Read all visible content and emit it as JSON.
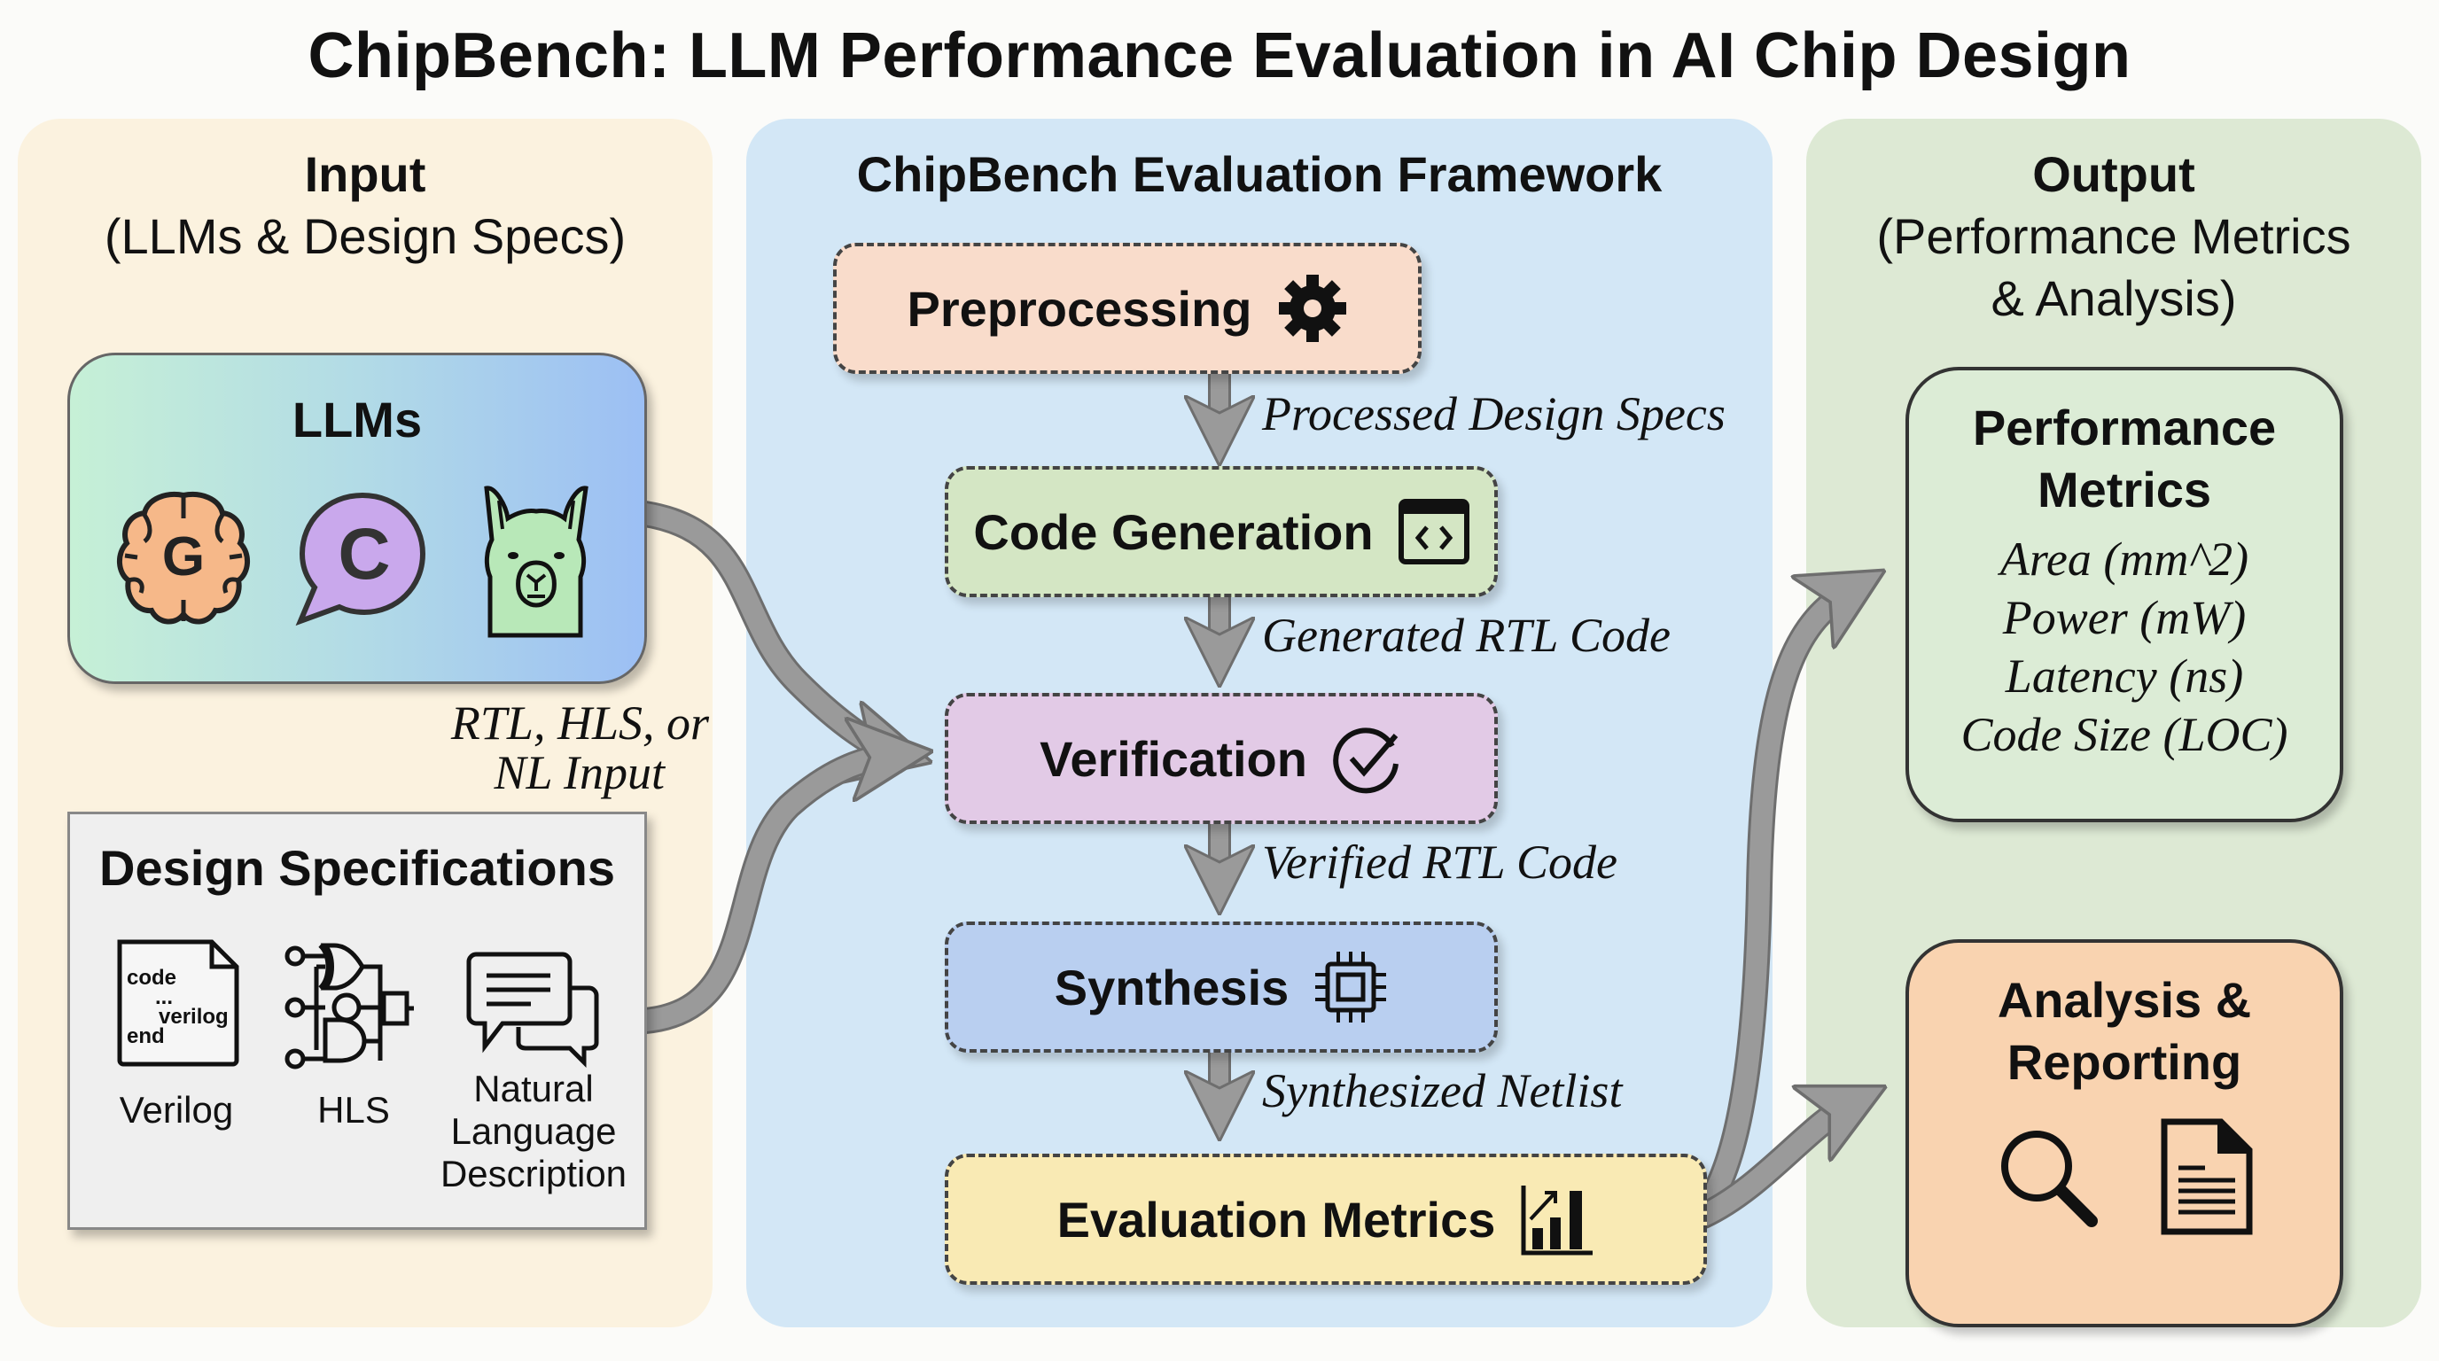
{
  "title": "ChipBench: LLM Performance Evaluation in AI Chip Design",
  "colors": {
    "input_panel": "#fbf2df",
    "framework_panel": "#d3e7f6",
    "output_panel": "#dde9d4",
    "preprocessing": "#f9dccb",
    "code_generation": "#d4e6c4",
    "verification": "#e2cae6",
    "synthesis": "#b9cff0",
    "evaluation_metrics": "#f9eab4",
    "performance_metrics": "#dcecd6",
    "analysis_reporting": "#f9d3b0",
    "arrow": "#9a9a9a"
  },
  "input": {
    "heading": "Input",
    "subheading": "(LLMs & Design Specs)",
    "llms": {
      "title": "LLMs",
      "icons": [
        {
          "name": "brain-g-icon",
          "glyph": "G"
        },
        {
          "name": "chat-c-icon",
          "glyph": "C"
        },
        {
          "name": "llama-icon",
          "glyph": ""
        }
      ]
    },
    "edge_label_line1": "RTL, HLS, or",
    "edge_label_line2": "NL Input",
    "design_specs": {
      "title": "Design Specifications",
      "file_lines": [
        "code",
        "...",
        "verilog",
        "end"
      ],
      "items": [
        {
          "label": "Verilog"
        },
        {
          "label": "HLS"
        },
        {
          "label_lines": [
            "Natural",
            "Language",
            "Description"
          ]
        }
      ]
    }
  },
  "framework": {
    "heading": "ChipBench Evaluation Framework",
    "stages": [
      {
        "label": "Preprocessing",
        "icon": "gear-icon"
      },
      {
        "label": "Code Generation",
        "icon": "code-window-icon"
      },
      {
        "label": "Verification",
        "icon": "check-circle-icon"
      },
      {
        "label": "Synthesis",
        "icon": "chip-icon"
      },
      {
        "label": "Evaluation Metrics",
        "icon": "bar-chart-icon"
      }
    ],
    "edges": [
      "Processed Design Specs",
      "Generated RTL Code",
      "Verified RTL Code",
      "Synthesized Netlist"
    ]
  },
  "output": {
    "heading": "Output",
    "subheading_line1": "(Performance Metrics",
    "subheading_line2": "& Analysis)",
    "performance": {
      "title_line1": "Performance",
      "title_line2": "Metrics",
      "metrics": [
        "Area (mm^2)",
        "Power (mW)",
        "Latency (ns)",
        "Code Size (LOC)"
      ]
    },
    "analysis": {
      "title_line1": "Analysis &",
      "title_line2": "Reporting",
      "icons": [
        "magnifier-icon",
        "document-icon"
      ]
    }
  }
}
